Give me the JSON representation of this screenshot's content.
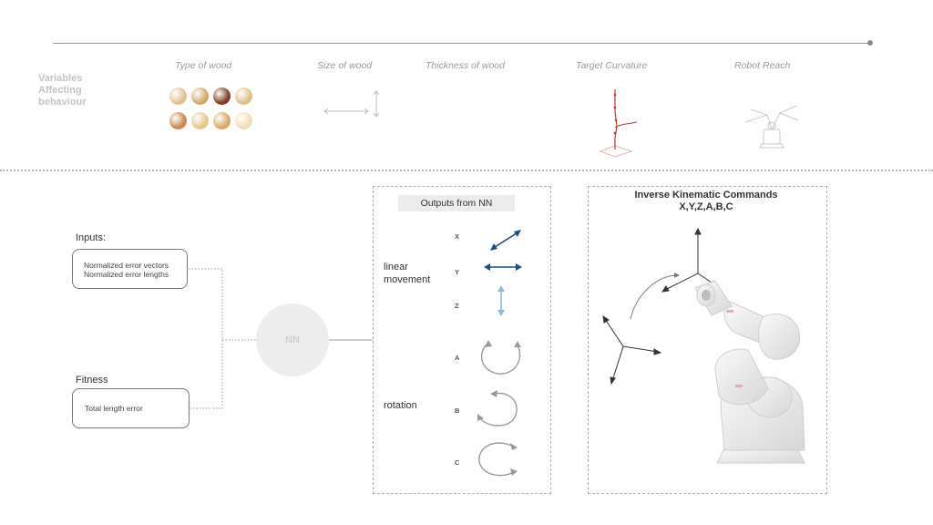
{
  "header": {
    "side_title_lines": [
      "Variables",
      "Affecting",
      "behaviour"
    ],
    "variables": [
      {
        "label": "Type of wood"
      },
      {
        "label": "Size of wood"
      },
      {
        "label": "Thickness of wood"
      },
      {
        "label": "Target Curvature"
      },
      {
        "label": "Robot Reach"
      }
    ],
    "wood_colors": [
      "#e2c18e",
      "#d4a86c",
      "#7c3f26",
      "#dcc08a",
      "#c98a52",
      "#e6c48a",
      "#d9a765",
      "#efdcb4"
    ]
  },
  "inputs": {
    "label": "Inputs:",
    "lines": [
      "Normalized error vectors",
      "Normalized error lengths"
    ]
  },
  "fitness": {
    "label": "Fitness",
    "lines": [
      "Total length error"
    ]
  },
  "nn": {
    "label": "NN"
  },
  "outputs": {
    "title": "Outputs from NN",
    "linear_label_lines": [
      "linear",
      "movement"
    ],
    "rotation_label": "rotation",
    "axes": [
      "X",
      "Y",
      "Z",
      "A",
      "B",
      "C"
    ]
  },
  "ik": {
    "title_lines": [
      "Inverse Kinematic Commands",
      "X,Y,Z,A,B,C"
    ]
  },
  "colors": {
    "dark_blue": "#1f4e79",
    "light_blue": "#8fb8e0",
    "grey_arrow": "#9a9a9a",
    "target_red": "#c0392b"
  }
}
